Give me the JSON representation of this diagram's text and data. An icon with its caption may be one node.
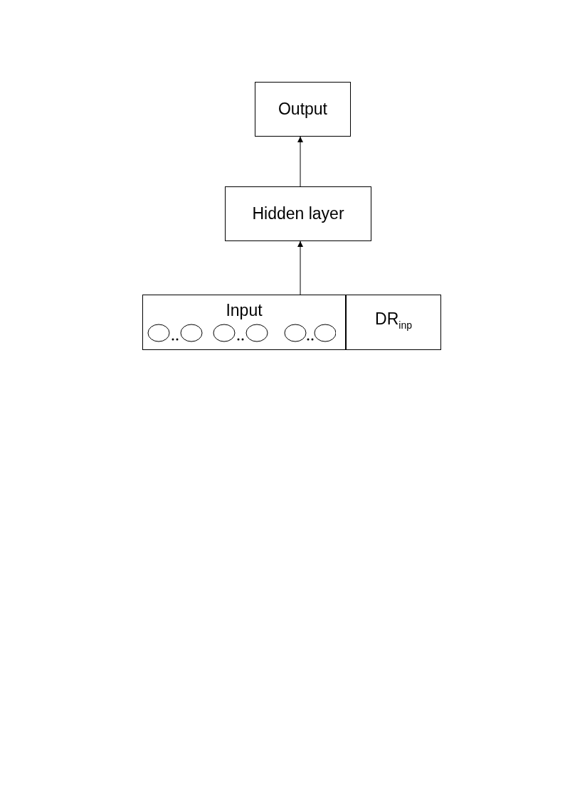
{
  "diagram": {
    "nodes": [
      {
        "text": [
          "Output"
        ]
      },
      {
        "text": [
          "Hidden layer"
        ]
      },
      {
        "text": [
          "Input"
        ]
      },
      {
        "text": [
          "DR$_{inp}$"
        ]
      }
    ],
    "edges": [
      {
        "from": 1,
        "to": 0,
        "arrow": "to"
      },
      {
        "from": 2,
        "to": 1,
        "arrow": "to"
      }
    ]
  }
}
